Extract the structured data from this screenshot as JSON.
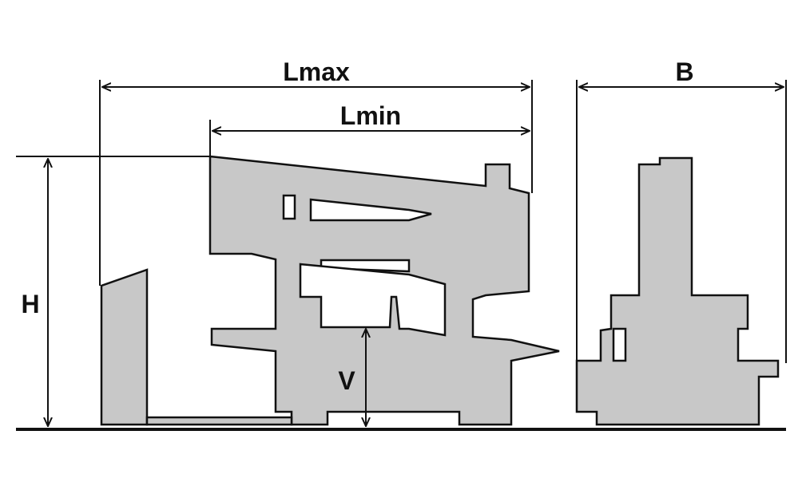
{
  "labels": {
    "lmax": "Lmax",
    "lmin": "Lmin",
    "h": "H",
    "v": "V",
    "b": "B"
  },
  "colors": {
    "fill": "#c8c8c8",
    "stroke": "#111111",
    "background": "#ffffff"
  }
}
